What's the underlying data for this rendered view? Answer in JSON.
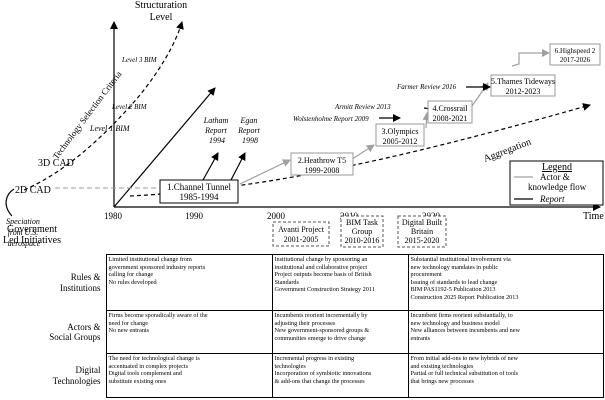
{
  "axes": {
    "y_title": [
      "Structuration",
      "Level"
    ],
    "y_levels": [
      "Level 3 BIM",
      "Level 2 BIM",
      "Level 1 BIM"
    ],
    "technology_axis_title": "Technology Selection Criteria",
    "cad_labels": [
      "3D CAD",
      "2D CAD"
    ],
    "origin_note": [
      "Speciation",
      "from U.S.",
      "aerospace"
    ],
    "x_title": "Time",
    "x_ticks": [
      "1980",
      "1990",
      "2000",
      "2010",
      "2020"
    ],
    "aggregation": "Aggregation"
  },
  "projects": [
    {
      "label": [
        "1.Channel Tunnel",
        "1985-1994"
      ]
    },
    {
      "label": [
        "2.Heathrow T5",
        "1999-2008"
      ]
    },
    {
      "label": [
        "3.Olympics",
        "2005-2012"
      ]
    },
    {
      "label": [
        "4.Crossrail",
        "2008-2021"
      ]
    },
    {
      "label": [
        "5.Thames Tideways",
        "2012-2023"
      ]
    },
    {
      "label": [
        "6.Highspeed 2",
        "2017-2026"
      ]
    }
  ],
  "reports": [
    {
      "label": [
        "Latham",
        "Report",
        "1994"
      ]
    },
    {
      "label": [
        "Egan",
        "Report",
        "1998"
      ]
    },
    {
      "label": [
        "Armitt Review 2013"
      ]
    },
    {
      "label": [
        "Wolstenholme Report 2009"
      ]
    },
    {
      "label": [
        "Farmer Review 2016"
      ]
    }
  ],
  "legend": {
    "title": "Legend",
    "items": [
      "Actor &",
      "knowledge flow",
      "Report"
    ]
  },
  "gov_initiatives": {
    "label": [
      "Government",
      "Led Initiatives"
    ],
    "items": [
      {
        "label": [
          "Avanti Project",
          "2001-2005"
        ]
      },
      {
        "label": [
          "BIM Task",
          "Group",
          "2010-2016"
        ]
      },
      {
        "label": [
          "Digital Built",
          "Britain",
          "2015-2020"
        ]
      }
    ]
  },
  "matrix": {
    "rows": [
      {
        "label": [
          "Rules &",
          "Institutions"
        ],
        "cells": [
          [
            "Limited institutional change from",
            "government sponsored industry reports",
            "calling for change",
            "No rules developed"
          ],
          [
            "Institutional change by sponsoring an",
            "institutional and collaborative project",
            "Project outputs become basis of British",
            "Standards",
            "Government Construction Strategy 2011"
          ],
          [
            "Substantial institutional involvement via",
            "new technology mandates in public",
            "procurement",
            "Issuing of standards to lead change",
            "BIM PAS1192-5 Publication 2013",
            "Construction 2025 Report Publication 2013"
          ]
        ]
      },
      {
        "label": [
          "Actors &",
          "Social Groups"
        ],
        "cells": [
          [
            "Firms become sporadically aware of the",
            "need for change",
            "No new entrants"
          ],
          [
            "Incumbents reorient incrementally by",
            "adjusting their processes",
            "New government-sponsored groups &",
            "communities emerge to drive change"
          ],
          [
            "Incumbent firms reorient substantially, to",
            "new technology and business model",
            "New alliances between incumbents and new",
            "entrants"
          ]
        ]
      },
      {
        "label": [
          "Digital",
          "Technologies"
        ],
        "cells": [
          [
            "The need for technological change is",
            "accentuated in complex projects",
            "Digital tools complement and",
            "substitute existing ones"
          ],
          [
            "Incremental progress in existing",
            "technologies",
            "Incorporation of symbiotic innovations",
            "& add-ons that change the processes"
          ],
          [
            "From initial add-ons to new hybrids of new",
            "and existing technologies",
            "Partial or full technical substitution of tools",
            "that brings new processes"
          ]
        ]
      }
    ]
  }
}
